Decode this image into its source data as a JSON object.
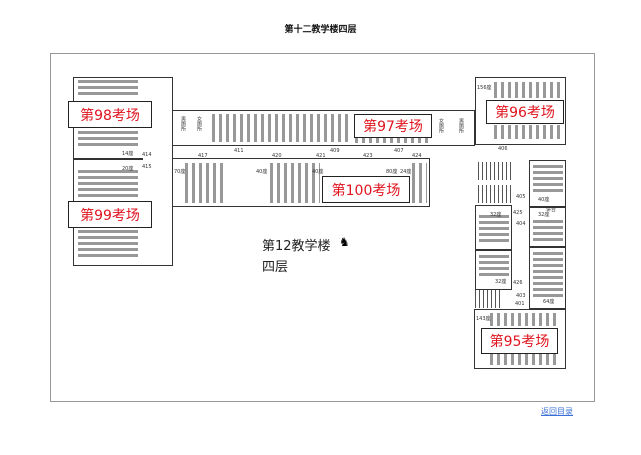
{
  "title": "第十二教学楼四层",
  "building": {
    "name": "第12教学楼",
    "floor": "四层"
  },
  "exam_rooms": [
    "第98考场",
    "第99考场",
    "第97考场",
    "第96考场",
    "第100考场",
    "第95考场"
  ],
  "rooms": {
    "r411": "411",
    "r409": "409",
    "r407": "407",
    "r406": "406",
    "r417": "417",
    "r420": "420",
    "r421": "421",
    "r423": "423",
    "r424": "424",
    "r414": "414",
    "r415": "415",
    "r405": "405",
    "r425": "425",
    "r404": "404",
    "r426": "426",
    "r403": "403",
    "r401": "401"
  },
  "seats": {
    "s14": "14座",
    "s20": "20座",
    "s156": "156座",
    "s70": "70座",
    "s40a": "40座",
    "s40b": "40座",
    "s80": "80座",
    "s24": "24座",
    "s40c": "40座",
    "s32a": "32座",
    "s32b": "32座",
    "s32c": "32座",
    "s64": "64座",
    "s143": "143座"
  },
  "restrooms": {
    "male1": "男厕所",
    "female1": "女厕所",
    "female2": "女厕所",
    "male2": "男厕所"
  },
  "podium": "讲台",
  "back_link": "返回目录",
  "colors": {
    "exam_label": "#e0141e",
    "link": "#3a6fd8"
  }
}
